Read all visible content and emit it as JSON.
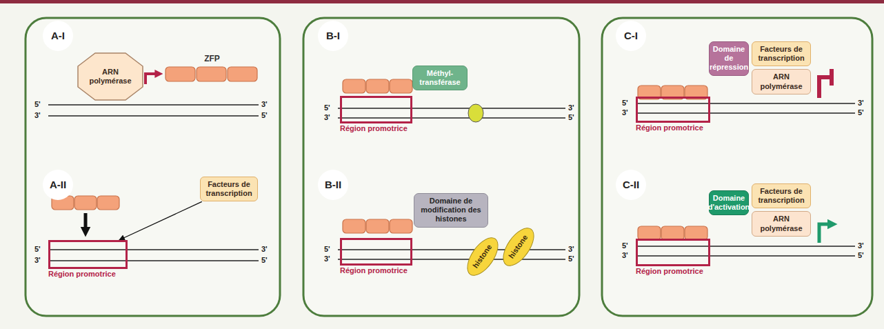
{
  "diagram": {
    "nodes": [
      {
        "text": [
          "A-I"
        ]
      },
      {
        "text": [
          "ARN polymérase"
        ]
      },
      {
        "text": [
          "ZFP"
        ]
      },
      {
        "text": [
          "A-II"
        ]
      },
      {
        "text": [
          "Facteurs de transcription"
        ]
      },
      {
        "text": [
          "Région promotrice"
        ]
      },
      {
        "text": [
          "B-I"
        ]
      },
      {
        "text": [
          "Méthyl-transférase"
        ]
      },
      {
        "text": [
          "Région promotrice"
        ]
      },
      {
        "text": [
          "B-II"
        ]
      },
      {
        "text": [
          "Domaine de modification des histones"
        ]
      },
      {
        "text": [
          "histone"
        ]
      },
      {
        "text": [
          "histone"
        ]
      },
      {
        "text": [
          "Région promotrice"
        ]
      },
      {
        "text": [
          "C-I"
        ]
      },
      {
        "text": [
          "Domaine de répression"
        ]
      },
      {
        "text": [
          "Facteurs de transcription"
        ]
      },
      {
        "text": [
          "ARN polymérase"
        ]
      },
      {
        "text": [
          "Région promotrice"
        ]
      },
      {
        "text": [
          "C-II"
        ]
      },
      {
        "text": [
          "Domaine d'activation"
        ]
      },
      {
        "text": [
          "Facteurs de transcription"
        ]
      },
      {
        "text": [
          "ARN polymérase"
        ]
      },
      {
        "text": [
          "Région promotrice"
        ]
      }
    ],
    "edges": [
      {
        "from": 4,
        "to": 5,
        "arrow": "to"
      }
    ],
    "labels": [
      "5'",
      "3'",
      "3'",
      "5'",
      "5'",
      "3'",
      "3'",
      "5'",
      "5'",
      "3'",
      "3'",
      "5'",
      "5'",
      "3'",
      "3'",
      "5'",
      "5'",
      "3'",
      "3'",
      "5'",
      "5'",
      "3'",
      "3'",
      "5'"
    ]
  }
}
